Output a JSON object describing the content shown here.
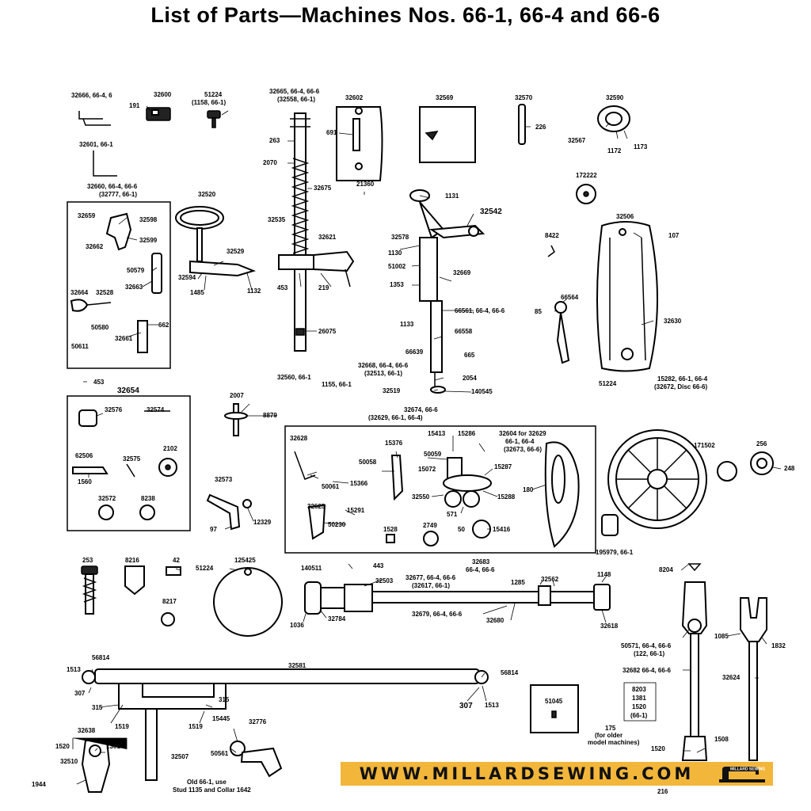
{
  "title": "List of Parts—Machines Nos. 66-1, 66-4 and 66-6",
  "labels": {
    "l32666": "32666, 66-4, 6",
    "l191": "191",
    "l32600": "32600",
    "l51224a": "51224",
    "l51224a_sub": "(1158, 66-1)",
    "l32665": "32665, 66-4, 66-6",
    "l32665_sub": "(32558, 66-1)",
    "l263": "263",
    "l2070": "2070",
    "l32675": "32675",
    "l32602": "32602",
    "l691": "691",
    "l21360": "21360",
    "l32569": "32569",
    "l32570": "32570",
    "l226": "226",
    "l32590": "32590",
    "l32567": "32567",
    "l1172": "1172",
    "l1173": "1173",
    "l172222": "172222",
    "l32601": "32601, 66-1",
    "l32660": "32660, 66-4, 66-6",
    "l32660_sub": "(32777, 66-1)",
    "l32659": "32659",
    "l32598": "32598",
    "l32599": "32599",
    "l32662": "32662",
    "l50579": "50579",
    "l32663": "32663",
    "l32664": "32664",
    "l32528": "32528",
    "l50580": "50580",
    "l662": "662",
    "l32661": "32661",
    "l50611": "50611",
    "l32520": "32520",
    "l32529": "32529",
    "l32594": "32594",
    "l1485": "1485",
    "l1132": "1132",
    "l32535": "32535",
    "l32621": "32621",
    "l453a": "453",
    "l219": "219",
    "l26075": "26075",
    "l1131": "1131",
    "l32542": "32542",
    "l32578": "32578",
    "l1130": "1130",
    "l51002": "51002",
    "l32669": "32669",
    "l1353": "1353",
    "l66561": "66561, 66-4, 66-6",
    "l1133": "1133",
    "l66558": "66558",
    "l66639": "66639",
    "l665": "665",
    "l32668": "32668, 66-4, 66-6",
    "l32668_sub": "(32513, 66-1)",
    "l2054": "2054",
    "l32519": "32519",
    "l140545": "140545",
    "l8422": "8422",
    "l32506": "32506",
    "l107": "107",
    "l66564": "66564",
    "l85": "85",
    "l32630": "32630",
    "l51224b": "51224",
    "l15282": "15282, 66-1, 66-4",
    "l15282_sub": "(32672, Disc 66-6)",
    "l453b": "453",
    "l32654": "32654",
    "l32576": "32576",
    "l32574": "32574",
    "l62506": "62506",
    "l32575": "32575",
    "l2102": "2102",
    "l1560": "1560",
    "l32572": "32572",
    "l8238": "8238",
    "l32560": "32560, 66-1",
    "l1155": "1155, 66-1",
    "l2007": "2007",
    "l8879": "8879",
    "l32573": "32573",
    "l12329": "12329",
    "l97": "97",
    "l32674": "32674, 66-6",
    "l32674_sub": "(32629, 66-1, 66-4)",
    "l32628": "32628",
    "l15376": "15376",
    "l50058": "50058",
    "l50061": "50061",
    "l15366": "15366",
    "l15413": "15413",
    "l15286": "15286",
    "l50059": "50059",
    "l15072": "15072",
    "l15287": "15287",
    "l32550": "32550",
    "l571": "571",
    "l15288": "15288",
    "l32604": "32604 for 32629",
    "l32604_sub1": "66-1, 66-4",
    "l32604_sub2": "(32673, 66-6)",
    "l180": "180",
    "l32625": "32625",
    "l15291": "15291",
    "l50230": "50230",
    "l1528": "1528",
    "l2749": "2749",
    "l50": "50",
    "l15416": "15416",
    "l171502": "171502",
    "l256": "256",
    "l248": "248",
    "l195979": "195979, 66-1",
    "l253": "253",
    "l8216": "8216",
    "l42": "42",
    "l8217": "8217",
    "l51224c": "51224",
    "l125425": "125425",
    "l140511": "140511",
    "l443": "443",
    "l32503": "32503",
    "l32683": "32683",
    "l32683_sub": "66-4, 66-6",
    "l32677": "32677, 66-4, 66-6",
    "l32677_sub": "(32617, 66-1)",
    "l1285": "1285",
    "l32562": "32562",
    "l1148": "1148",
    "l1036": "1036",
    "l32784": "32784",
    "l32679": "32679, 66-4, 66-6",
    "l32680": "32680",
    "l32618": "32618",
    "l8204": "8204",
    "l50571": "50571, 66-4, 66-6",
    "l50571_sub": "(122, 66-1)",
    "l32682": "32682 66-4, 66-6",
    "l1085": "1085",
    "l1832": "1832",
    "l32624": "32624",
    "l8203": "8203",
    "l1381": "1381",
    "l1520b": "1520",
    "l66_1": "(66-1)",
    "l1513a": "1513",
    "l56814a": "56814",
    "l307a": "307",
    "l32581": "32581",
    "l56814b": "56814",
    "l315a": "315",
    "l1519a": "1519",
    "l315b": "315",
    "l1519b": "1519",
    "l15445": "15445",
    "l307b": "307",
    "l1513b": "1513",
    "l51045": "51045",
    "l32638": "32638",
    "l1520a": "1520",
    "l1301": "1301",
    "l32510": "32510",
    "l32507": "32507",
    "l32776": "32776",
    "l50561": "50561",
    "l1944": "1944",
    "l175": "175",
    "l175_sub1": "(for older",
    "l175_sub2": "model machines)",
    "l1520c": "1520",
    "l1508": "1508",
    "l216": "216",
    "note1": "Old 66-1, use",
    "note2": "Stud 1135 and Collar 1642"
  },
  "banner": {
    "text": "WWW.MILLARDSEWING.COM",
    "logo_text": "MILLARD SEWING",
    "color": "#f1b63a"
  }
}
